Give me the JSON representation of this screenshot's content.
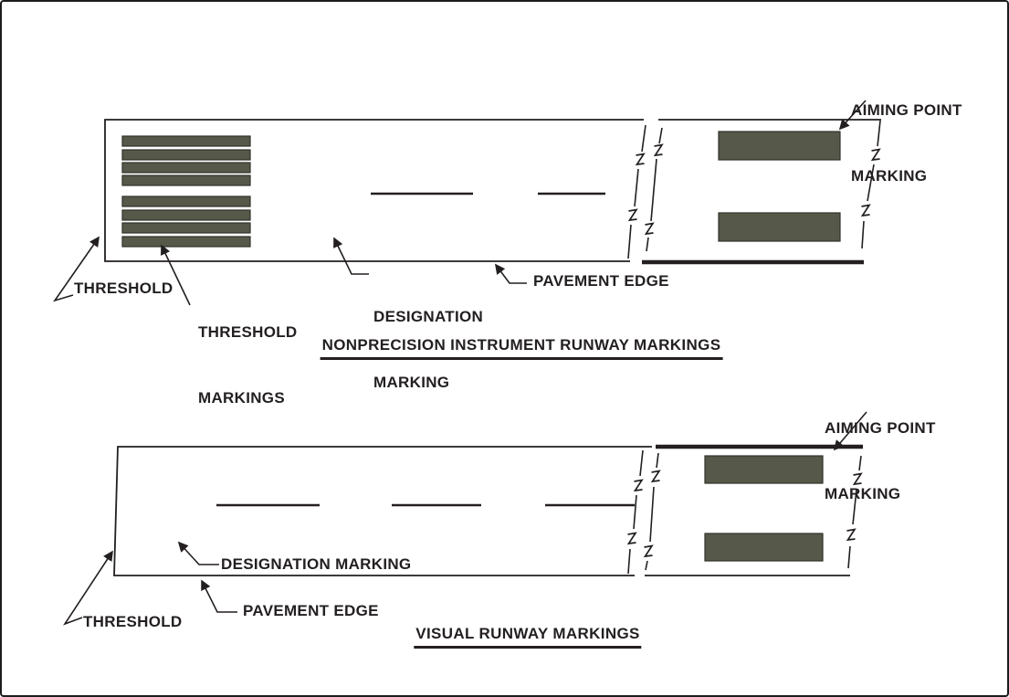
{
  "figure": {
    "kind": "runway-markings-diagram"
  },
  "top_diagram": {
    "title": "NONPRECISION INSTRUMENT RUNWAY MARKINGS",
    "labels": {
      "threshold": "THRESHOLD",
      "threshold_markings": [
        "THRESHOLD",
        "MARKINGS"
      ],
      "designation_marking": [
        "DESIGNATION",
        "MARKING"
      ],
      "pavement_edge": "PAVEMENT EDGE",
      "aiming_point_marking": [
        "AIMING POINT",
        "MARKING"
      ]
    }
  },
  "bottom_diagram": {
    "title": "VISUAL RUNWAY MARKINGS",
    "labels": {
      "threshold": "THRESHOLD",
      "designation_marking": "DESIGNATION MARKING",
      "pavement_edge": "PAVEMENT EDGE",
      "aiming_point_marking": [
        "AIMING POINT",
        "MARKING"
      ]
    }
  },
  "colors": {
    "line": "#231f20",
    "marking_fill": "#565849",
    "background": "#ffffff"
  }
}
